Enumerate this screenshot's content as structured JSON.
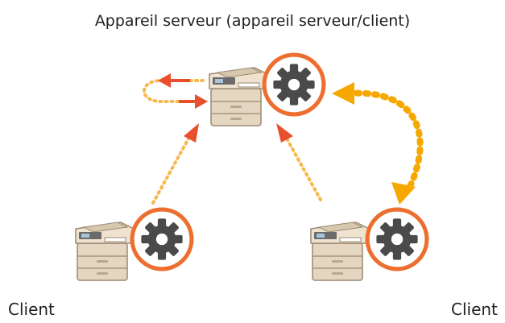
{
  "diagram": {
    "title": "Appareil serveur (appareil serveur/client)",
    "client_left_label": "Client",
    "client_right_label": "Client"
  },
  "nodes": [
    {
      "role": "server",
      "icon": "printer-icon",
      "badge_icon": "gear-icon"
    },
    {
      "role": "client-left",
      "icon": "printer-icon",
      "badge_icon": "gear-icon"
    },
    {
      "role": "client-right",
      "icon": "printer-icon",
      "badge_icon": "gear-icon"
    }
  ],
  "colors": {
    "arrow_red": "#e8502d",
    "dots_light": "#f5b94d",
    "sync_orange": "#f6a800",
    "gear_ring": "#ec6f2f",
    "gear_fill": "#4a4a4a",
    "printer_body": "#e4d6c0",
    "printer_outline": "#9b8a74",
    "printer_panel": "#6b6b6b"
  }
}
